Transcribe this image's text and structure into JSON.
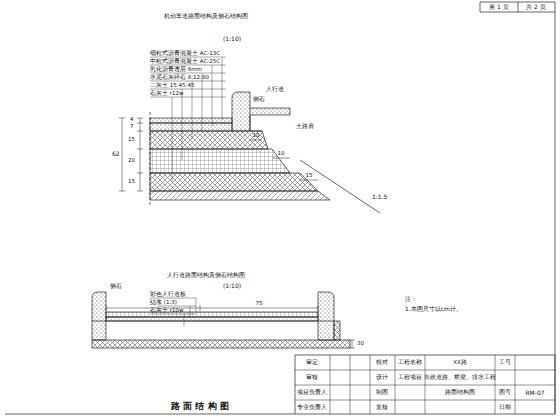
{
  "diagram": {
    "title": "路 面 结 构 图",
    "labels": [
      "第 1 页",
      "共 2 页",
      "机动车道路面结构及侧石结构图",
      "(1:10)",
      "细粒式沥青混凝土 AC-13C",
      "中粒式沥青混凝土 AC-25C",
      "乳化沥青透层 6mm",
      "水泥石灰碎石 8:12:80",
      "二灰土 15:45:45",
      "石灰土 r12w",
      "侧石",
      "人行道",
      "土路肩",
      "4",
      "7",
      "62",
      "15",
      "20",
      "15",
      "10",
      "10",
      "15",
      "1:1.5",
      "人行道路面结构及侧石结构图",
      "(1:10)",
      "彩色人行道板",
      "砂浆 (1:3)",
      "石灰土 r10w",
      "侧石",
      "50",
      "75",
      "30",
      "注：",
      "1.本图尺寸以cm计。",
      "审定",
      "审核",
      "项目负责人",
      "专业负责人",
      "校对",
      "设计",
      "制图",
      "复核",
      "工程名称",
      "工程项目",
      "XX路",
      "市政道路、桥梁、排水工程",
      "路面结构图",
      "工号",
      "图号",
      "日期",
      "RM-07"
    ]
  }
}
